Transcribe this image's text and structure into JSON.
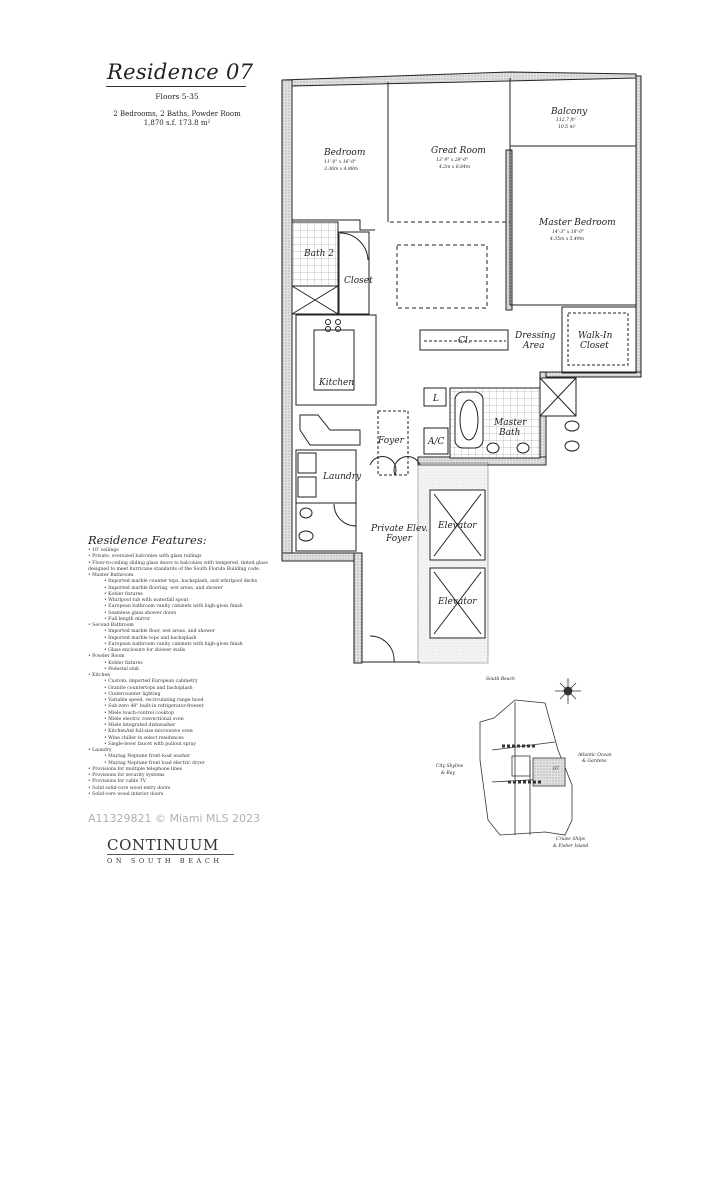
{
  "header": {
    "title": "Residence 07",
    "floors": "Floors 5-35",
    "rooms_summary": "2 Bedrooms, 2 Baths, Powder Room",
    "area": "1,870 s.f.  173.8 m²"
  },
  "plan": {
    "bedroom": {
      "name": "Bedroom",
      "dim_ft": "11'-0\" x 16'-0\"",
      "dim_m": "3.36m x 4.88m"
    },
    "great_room": {
      "name": "Great Room",
      "dim_ft": "13'-9\" x 29'-0\"",
      "dim_m": "4.2m x 8.84m"
    },
    "balcony": {
      "name": "Balcony",
      "area_ft": "112.7 ft²",
      "area_m": "10.5 m²"
    },
    "master_bedroom": {
      "name": "Master Bedroom",
      "dim_ft": "14'-3\" x 18'-0\"",
      "dim_m": "4.35m x 5.49m"
    },
    "bath2": "Bath 2",
    "closet": "Closet",
    "kitchen": "Kitchen",
    "cl": "Cl.",
    "dressing_1": "Dressing",
    "dressing_2": "Area",
    "walkin_1": "Walk-In",
    "walkin_2": "Closet",
    "l": "L",
    "ac": "A/C",
    "master_bath_1": "Master",
    "master_bath_2": "Bath",
    "foyer": "Foyer",
    "laundry": "Laundry",
    "private_foyer_1": "Private Elev.",
    "private_foyer_2": "Foyer",
    "elevator_1": "Elevator",
    "elevator_2": "Elevator"
  },
  "features": {
    "title": "Residence Features:",
    "items": [
      {
        "level": 1,
        "text": "• 10' ceilings"
      },
      {
        "level": 1,
        "text": "• Private, oversized balconies with glass railings"
      },
      {
        "level": 1,
        "text": "• Floor-to-ceiling sliding glass doors to balconies with tempered, tinted glass"
      },
      {
        "level": 1,
        "text": "  designed to meet hurricane standards of the South Florida Building code."
      },
      {
        "level": 1,
        "text": "• Master Bathroom"
      },
      {
        "level": 2,
        "text": "• Imported marble counter tops, backsplash, and whirlpool decks"
      },
      {
        "level": 2,
        "text": "• Imported marble flooring, wet areas, and shower"
      },
      {
        "level": 2,
        "text": "• Kohler fixtures"
      },
      {
        "level": 2,
        "text": "• Whirlpool tub with waterfall spout"
      },
      {
        "level": 2,
        "text": "• European bathroom vanity cabinets with high-gloss finish"
      },
      {
        "level": 2,
        "text": "• Seamless glass shower doors"
      },
      {
        "level": 2,
        "text": "• Full length mirror"
      },
      {
        "level": 1,
        "text": "• Second Bathroom"
      },
      {
        "level": 2,
        "text": "• Imported marble floor, wet areas, and shower"
      },
      {
        "level": 2,
        "text": "• Imported marble tops and backsplash"
      },
      {
        "level": 2,
        "text": "• European bathroom vanity cabinets with high-gloss finish"
      },
      {
        "level": 2,
        "text": "• Glass enclosure for shower stalls"
      },
      {
        "level": 1,
        "text": "• Powder Room"
      },
      {
        "level": 2,
        "text": "• Kohler fixtures"
      },
      {
        "level": 2,
        "text": "• Pedestal sink"
      },
      {
        "level": 1,
        "text": "• Kitchen"
      },
      {
        "level": 2,
        "text": "• Custom, imported European cabinetry"
      },
      {
        "level": 2,
        "text": "• Granite countertops and backsplash"
      },
      {
        "level": 2,
        "text": "• Undercounter lighting"
      },
      {
        "level": 2,
        "text": "• Variable speed, recirculating range hood"
      },
      {
        "level": 2,
        "text": "• Sub-zero 48\" built-in refrigerator-freezer"
      },
      {
        "level": 2,
        "text": "• Miele touch-control cooktop"
      },
      {
        "level": 2,
        "text": "• Miele electric convectional oven"
      },
      {
        "level": 2,
        "text": "• Miele integrated dishwasher"
      },
      {
        "level": 2,
        "text": "• KitchenAid full-size microwave oven"
      },
      {
        "level": 2,
        "text": "• Wine chiller in select residences"
      },
      {
        "level": 2,
        "text": "• Single-lever faucet with pullout spray"
      },
      {
        "level": 1,
        "text": "• Laundry"
      },
      {
        "level": 2,
        "text": "• Maytag Neptune front-load washer"
      },
      {
        "level": 2,
        "text": "• Maytag Neptune front load electric dryer"
      },
      {
        "level": 1,
        "text": "• Provisions for multiple telephone lines"
      },
      {
        "level": 1,
        "text": "• Provisions for security systems"
      },
      {
        "level": 1,
        "text": "• Provisions for cable TV"
      },
      {
        "level": 1,
        "text": "• Solid solid-core wood entry doors"
      },
      {
        "level": 1,
        "text": "• Solid-core wood interior doors"
      }
    ]
  },
  "watermark": "A11329821 © Miami MLS 2023",
  "keyplan": {
    "north": "South Beach",
    "west_1": "City Skyline",
    "west_2": "& Bay",
    "east_1": "Atlantic Ocean",
    "east_2": "& Gardens",
    "south_1": "Cruise Ships",
    "south_2": "& Fisher Island",
    "unit": "07"
  },
  "logo": {
    "name": "CONTINUUM",
    "sub": "ON SOUTH BEACH"
  }
}
